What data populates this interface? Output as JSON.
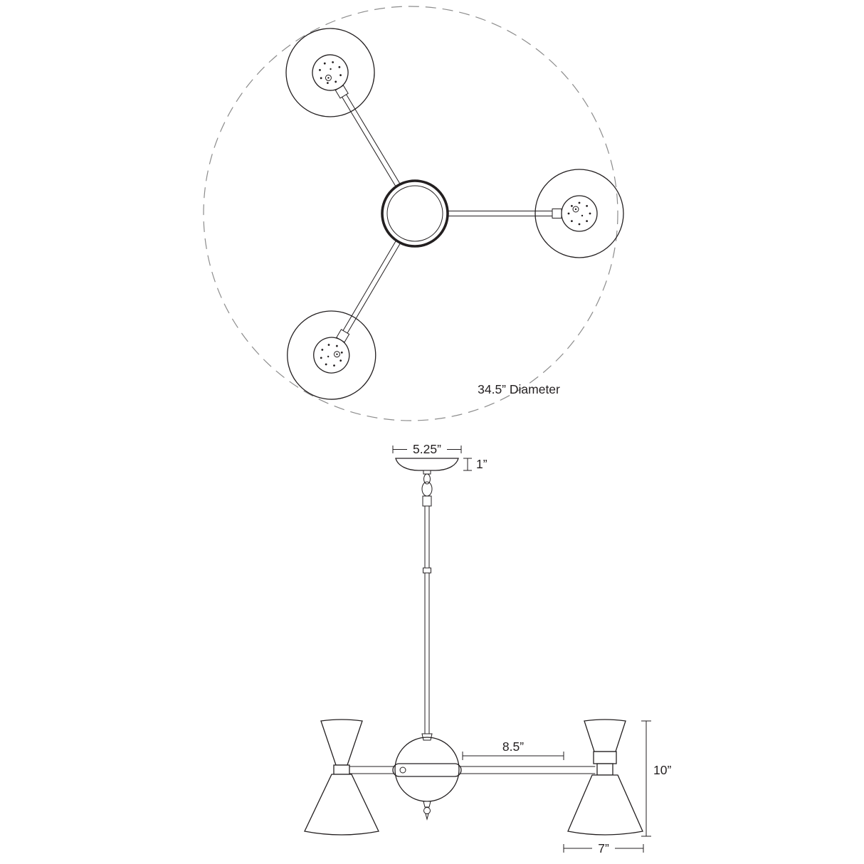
{
  "colors": {
    "line": "#231f20",
    "dashed": "#8c8c8c",
    "background": "#ffffff"
  },
  "labels": {
    "top_view_diameter": "34.5” Diameter",
    "canopy_width": "5.25”",
    "canopy_height": "1”",
    "arm_reach": "8.5”",
    "shade_height": "10”",
    "shade_width": "7”"
  }
}
